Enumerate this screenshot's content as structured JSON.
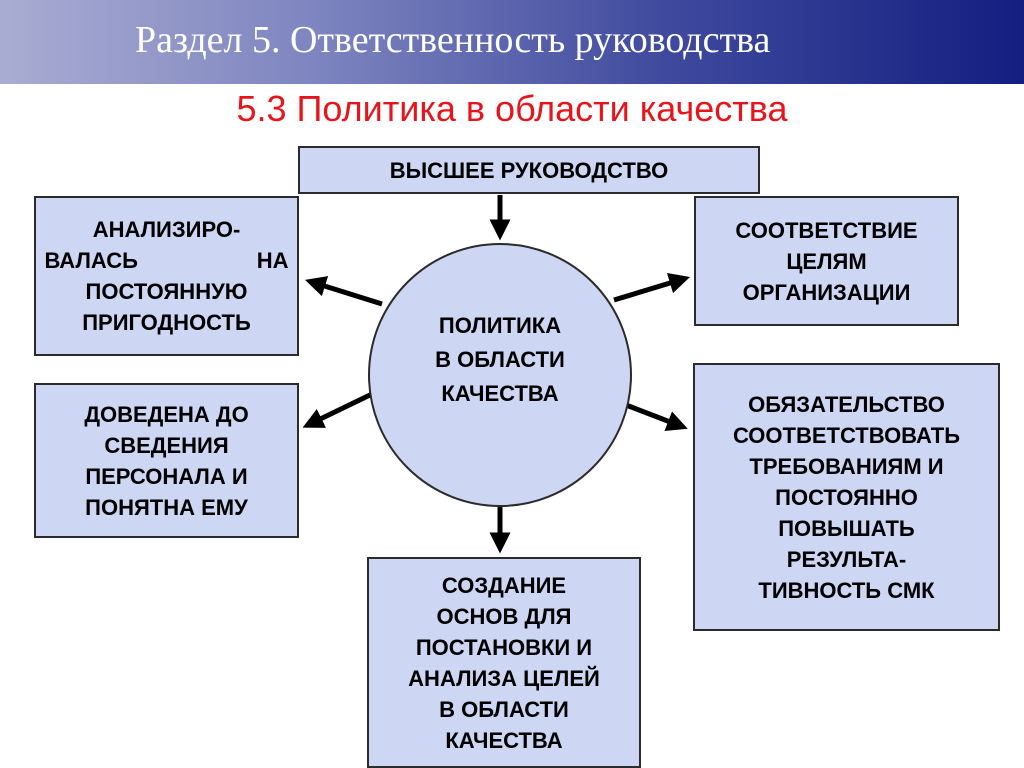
{
  "header": {
    "title": "Раздел 5. Ответственность руководства"
  },
  "subtitle": "5.3 Политика в области качества",
  "center": {
    "lines": [
      "ПОЛИТИКА",
      "В ОБЛАСТИ",
      "КАЧЕСТВА"
    ]
  },
  "boxes": {
    "top": {
      "lines": [
        "ВЫСШЕЕ  РУКОВОДСТВО"
      ]
    },
    "left1": {
      "line1": "АНАЛИЗИРО-",
      "line2a": "ВАЛАСЬ",
      "line2b": "НА",
      "line3": "ПОСТОЯННУЮ",
      "line4": "ПРИГОДНОСТЬ"
    },
    "left2": {
      "lines": [
        "ДОВЕДЕНА ДО",
        "СВЕДЕНИЯ",
        "ПЕРСОНАЛА И",
        "ПОНЯТНА ЕМУ"
      ]
    },
    "right1": {
      "lines": [
        "СООТВЕТСТВИЕ",
        "ЦЕЛЯМ",
        "ОРГАНИЗАЦИИ"
      ]
    },
    "right2": {
      "lines": [
        "ОБЯЗАТЕЛЬСТВО",
        "СООТВЕТСТВОВАТЬ",
        "ТРЕБОВАНИЯМ И",
        "ПОСТОЯННО",
        "ПОВЫШАТЬ",
        "РЕЗУЛЬТА-",
        "ТИВНОСТЬ СМК"
      ]
    },
    "bottom": {
      "lines": [
        "СОЗДАНИЕ",
        "ОСНОВ ДЛЯ",
        "ПОСТАНОВКИ И",
        "АНАЛИЗА ЦЕЛЕЙ",
        "В ОБЛАСТИ",
        "КАЧЕСТВА"
      ]
    }
  },
  "colors": {
    "box_fill": "#cdd6f2",
    "subtitle": "#e8141c",
    "header_end": "#131e80"
  }
}
